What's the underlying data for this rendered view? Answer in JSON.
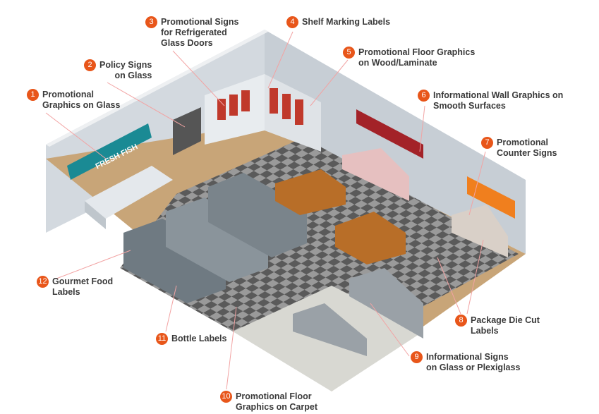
{
  "colors": {
    "badge": "#e8561a",
    "wall": "#d3d9df",
    "wall_top": "#eef0f2",
    "wood_floor": "#c8a578",
    "carpet": "#d8d8d2",
    "leader": "#f2a3a3",
    "checker_dark": "#5a5a5a",
    "checker_light": "#9a9a9a"
  },
  "callouts": [
    {
      "num": "1",
      "lines": [
        "Promotional",
        "Graphics on Glass"
      ]
    },
    {
      "num": "2",
      "lines": [
        "Policy Signs",
        "on Glass"
      ]
    },
    {
      "num": "3",
      "lines": [
        "Promotional Signs",
        "for Refrigerated",
        "Glass Doors"
      ]
    },
    {
      "num": "4",
      "lines": [
        "Shelf Marking Labels"
      ]
    },
    {
      "num": "5",
      "lines": [
        "Promotional Floor Graphics",
        "on Wood/Laminate"
      ]
    },
    {
      "num": "6",
      "lines": [
        "Informational Wall Graphics on",
        "Smooth Surfaces"
      ]
    },
    {
      "num": "7",
      "lines": [
        "Promotional",
        "Counter Signs"
      ]
    },
    {
      "num": "8",
      "lines": [
        "Package Die Cut",
        "Labels"
      ]
    },
    {
      "num": "9",
      "lines": [
        "Informational Signs",
        "on Glass or Plexiglass"
      ]
    },
    {
      "num": "10",
      "lines": [
        "Promotional Floor",
        "Graphics on Carpet"
      ]
    },
    {
      "num": "11",
      "lines": [
        "Bottle Labels"
      ]
    },
    {
      "num": "12",
      "lines": [
        "Gourmet Food",
        "Labels"
      ]
    }
  ],
  "wall_sign_text": "FRESH FISH"
}
